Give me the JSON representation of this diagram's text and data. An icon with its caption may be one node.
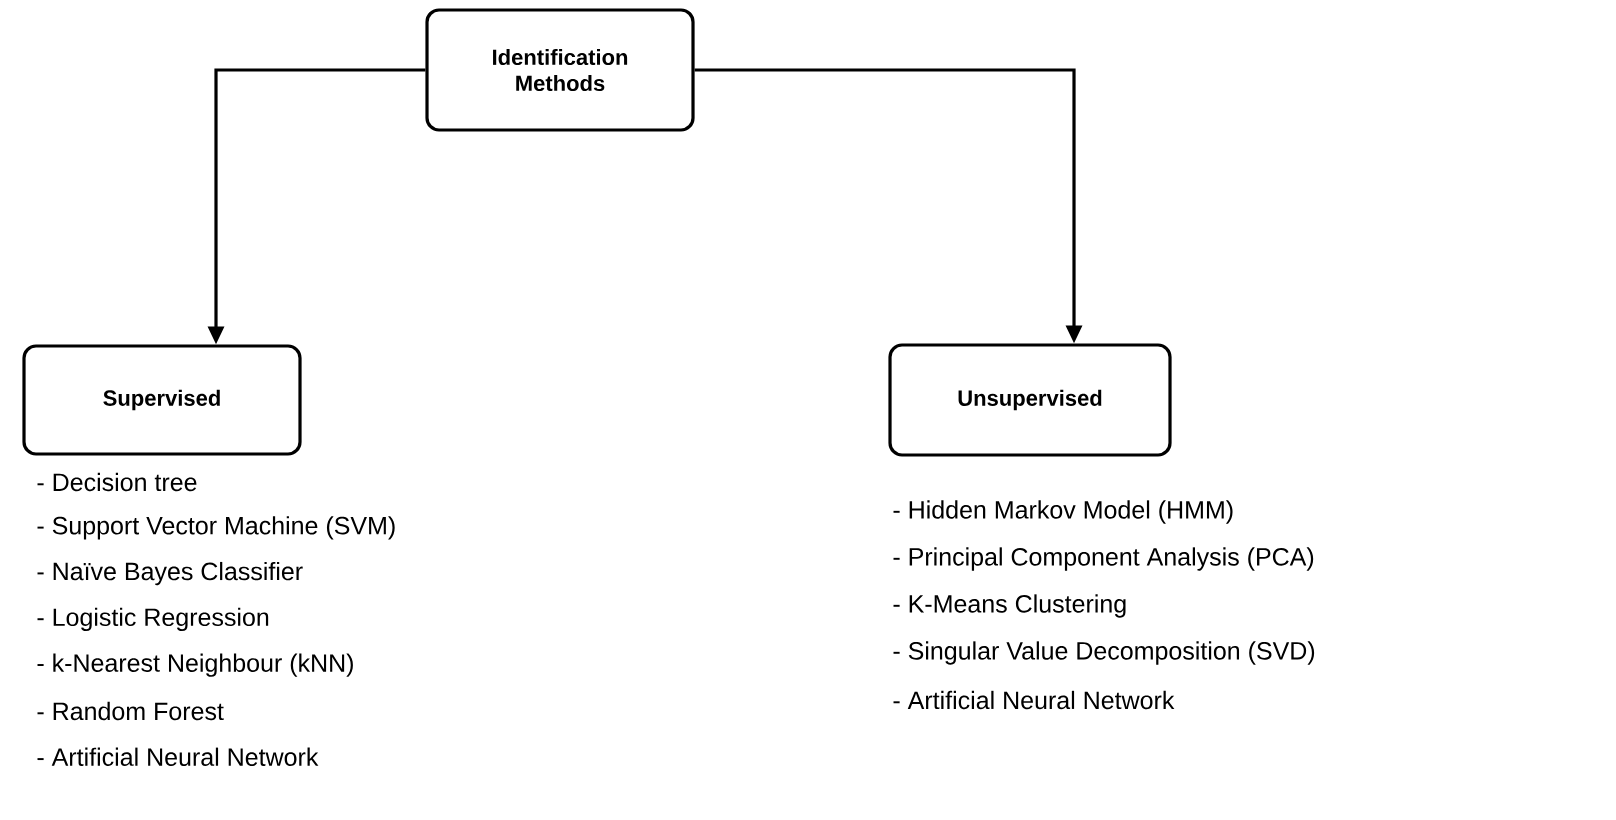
{
  "diagram": {
    "nodes": [
      {
        "text": [
          "Identification Methods"
        ]
      },
      {
        "text": [
          "Supervised"
        ],
        "beside": [
          "- Decision tree",
          "- Support Vector Machine (SVM)",
          "- Naïve Bayes Classifier",
          "- Logistic Regression",
          "- k-Nearest Neighbour (kNN)",
          "- Random Forest",
          "- Artificial Neural Network"
        ]
      },
      {
        "text": [
          "Unsupervised"
        ],
        "beside": [
          "- Hidden Markov Model (HMM)",
          "- Principal Component Analysis (PCA)",
          "- K-Means Clustering",
          "- Singular Value Decomposition (SVD)",
          "- Artificial Neural Network"
        ]
      }
    ],
    "edges": [
      {
        "from": 0,
        "to": 1,
        "arrow": "to"
      },
      {
        "from": 0,
        "to": 2,
        "arrow": "to"
      }
    ]
  }
}
